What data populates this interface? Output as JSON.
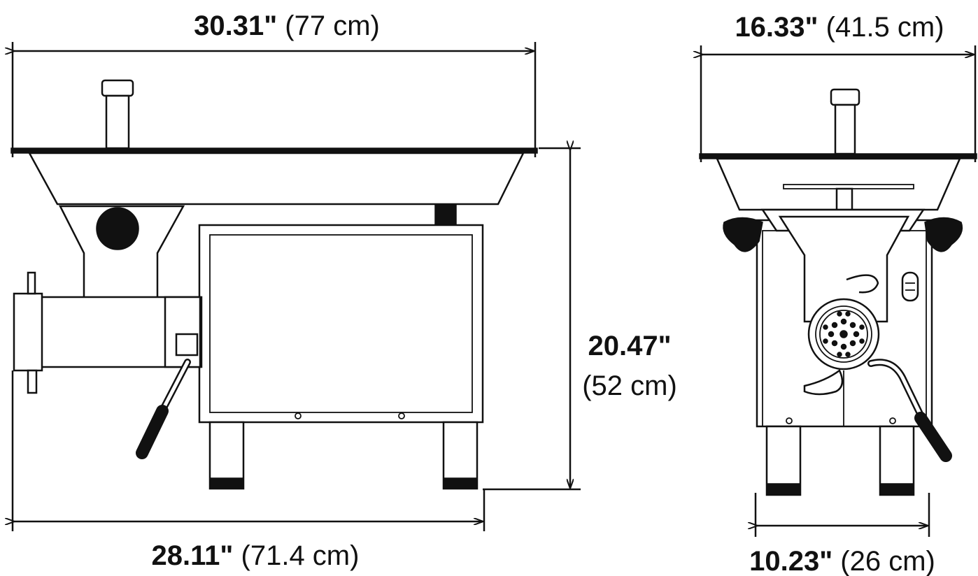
{
  "dimensions": {
    "side_top_width": {
      "inch": "30.31\"",
      "cm": "(77 cm)"
    },
    "side_bottom_width": {
      "inch": "28.11\"",
      "cm": "(71.4 cm)"
    },
    "height": {
      "inch": "20.47\"",
      "cm": "(52 cm)"
    },
    "front_top_width": {
      "inch": "16.33\"",
      "cm": "(41.5 cm)"
    },
    "front_bottom_width": {
      "inch": "10.23\"",
      "cm": "(26 cm)"
    }
  }
}
